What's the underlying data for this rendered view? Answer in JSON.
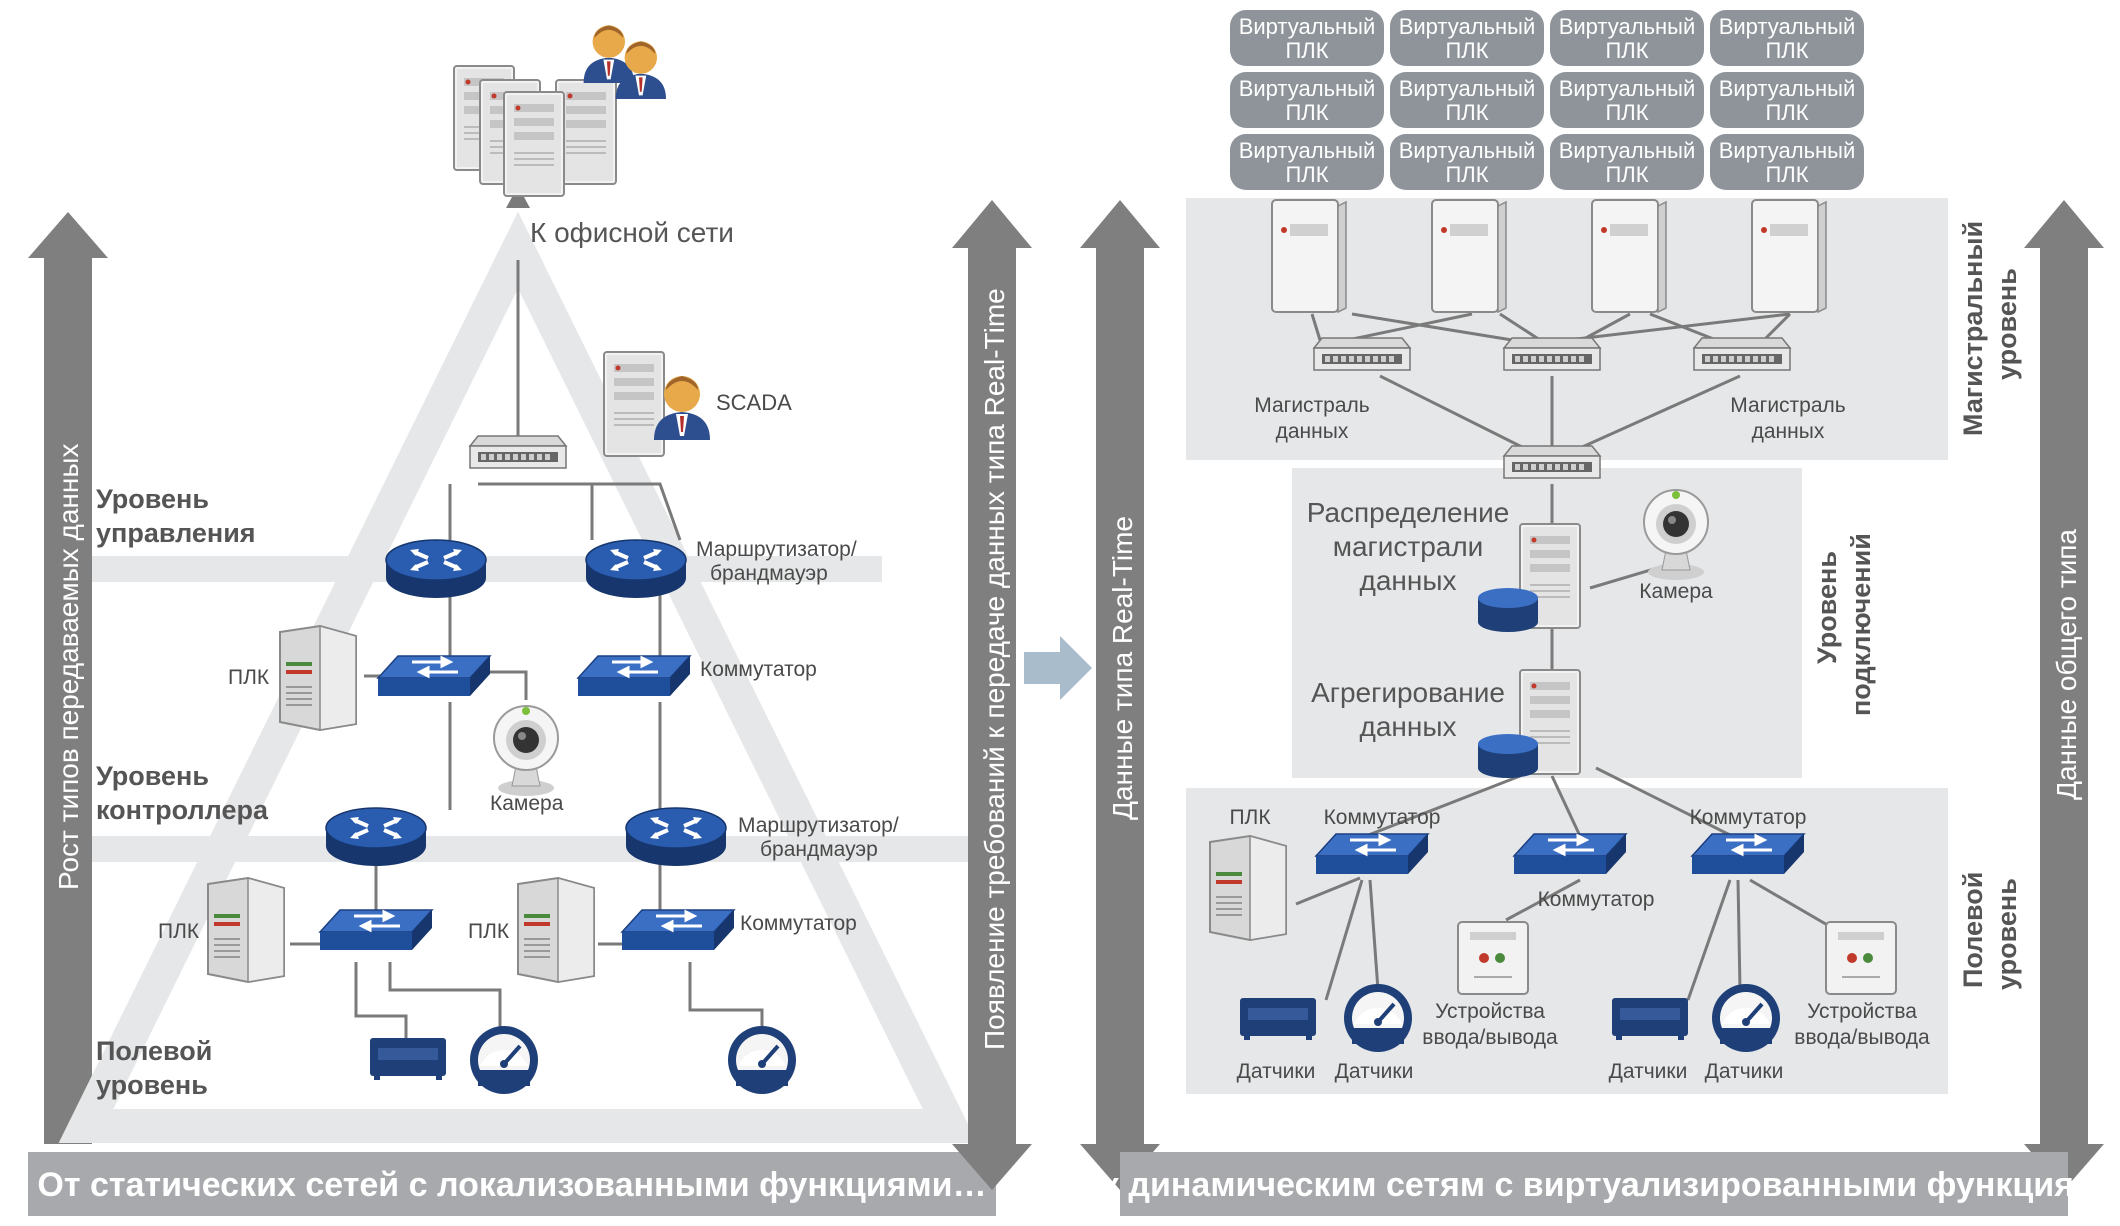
{
  "left": {
    "vertical_axis_label": "Рост типов передаваемых данных",
    "office_label": "К офисной сети",
    "scada_label": "SCADA",
    "level_control": [
      "Уровень",
      "управления"
    ],
    "level_controller": [
      "Уровень",
      "контроллера"
    ],
    "level_field": [
      "Полевой",
      "уровень"
    ],
    "router_label_1": [
      "Маршрутизатор/",
      "брандмауэр"
    ],
    "router_label_2": [
      "Маршрутизатор/",
      "брандмауэр"
    ],
    "switch_label_1": "Коммутатор",
    "switch_label_2": "Коммутатор",
    "plc_label_1": "ПЛК",
    "plc_label_2": "ПЛК",
    "plc_label_3": "ПЛК",
    "camera_label": "Камера",
    "banner": "От статических сетей с локализованными функциями…"
  },
  "middle": {
    "realtime_requirements": "Появление требований к передаче данных типа Real-Time"
  },
  "right": {
    "realtime_label": "Данные типа Real-Time",
    "general_label": "Данные общего типа",
    "virtual_plc": [
      "Виртуальный",
      "ПЛК"
    ],
    "backbone_label_1": [
      "Магистраль",
      "данных"
    ],
    "backbone_label_2": [
      "Магистраль",
      "данных"
    ],
    "distribution_label": [
      "Распределение",
      "магистрали",
      "данных"
    ],
    "aggregation_label": [
      "Агрегирование",
      "данных"
    ],
    "camera_label": "Камера",
    "plc_label": "ПЛК",
    "switch_label_1": "Коммутатор",
    "switch_label_2": "Коммутатор",
    "switch_label_3": "Коммутатор",
    "io_label_1": [
      "Устройства",
      "ввода/вывода"
    ],
    "io_label_2": [
      "Устройства",
      "ввода/вывода"
    ],
    "sensors_label": [
      "Датчики",
      "Датчики",
      "Датчики",
      "Датчики"
    ],
    "level_backbone": [
      "Магистральный",
      "уровень"
    ],
    "level_connections": [
      "Уровень",
      "подключений"
    ],
    "level_field": [
      "Полевой",
      "уровень"
    ],
    "banner": "…к динамическим сетям с виртуализированными функциями"
  },
  "colors": {
    "arrow_gray": "#7f7f7f",
    "banner_gray": "#a7a9ac",
    "band_light": "#e6e7e8",
    "device_blue": "#1f4e9a",
    "line_gray": "#7a7a7a",
    "vplc_fill": "#8e9499",
    "transition_arrow": "#a9bccb"
  }
}
